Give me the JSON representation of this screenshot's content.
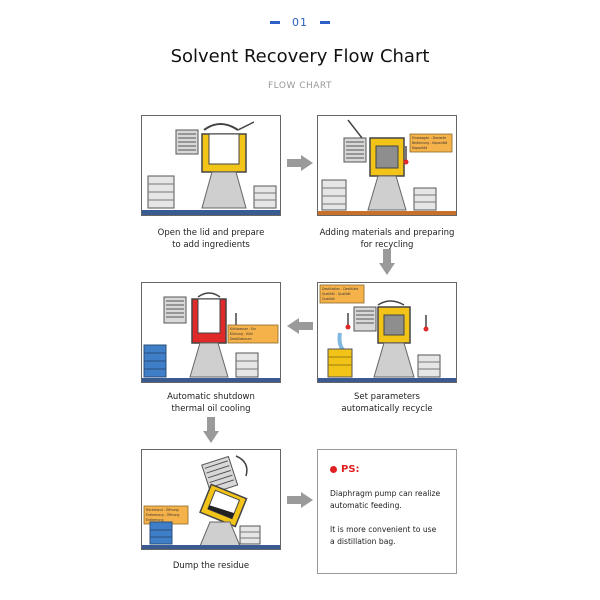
{
  "header": {
    "step_number": "01",
    "title": "Solvent Recovery Flow Chart",
    "subtitle": "FLOW CHART"
  },
  "steps": [
    {
      "caption_line1": "Open the lid and prepare",
      "caption_line2": "to add ingredients"
    },
    {
      "caption_line1": "Adding materials and preparing",
      "caption_line2": "for recycling",
      "tag_lines": [
        "Einwaagen - Dosierte",
        "Bedienung - Kapazität",
        "Kapazität"
      ]
    },
    {
      "caption_line1": "Automatic shutdown",
      "caption_line2": "thermal oil cooling",
      "tag_lines": [
        "Kühlwasser - Ein",
        "Kühlung - Kühl",
        "Destillatraum"
      ]
    },
    {
      "caption_line1": "Set parameters",
      "caption_line2": "automatically recycle",
      "tag_lines": [
        "Destillation - Destillate",
        "Qualität - Qualität",
        "Qualität"
      ]
    },
    {
      "caption_line1": "Dump the residue",
      "tag_lines": [
        "Rückstand - Öffnung",
        "Entleerung - Öffnung",
        "Entleerung"
      ]
    }
  ],
  "ps": {
    "label": "PS:",
    "line1": "Diaphragm pump can realize",
    "line2": "automatic feeding.",
    "line3": "It is more convenient to use",
    "line4": "a distillation bag."
  },
  "colors": {
    "accent_blue": "#2d5fc6",
    "vessel_yellow": "#f2c417",
    "vessel_red": "#e02a2a",
    "label_orange": "#f6b24a",
    "drum_blue": "#3f7fc8",
    "arrow_gray": "#9a9a9a",
    "ps_red": "#e02020"
  }
}
